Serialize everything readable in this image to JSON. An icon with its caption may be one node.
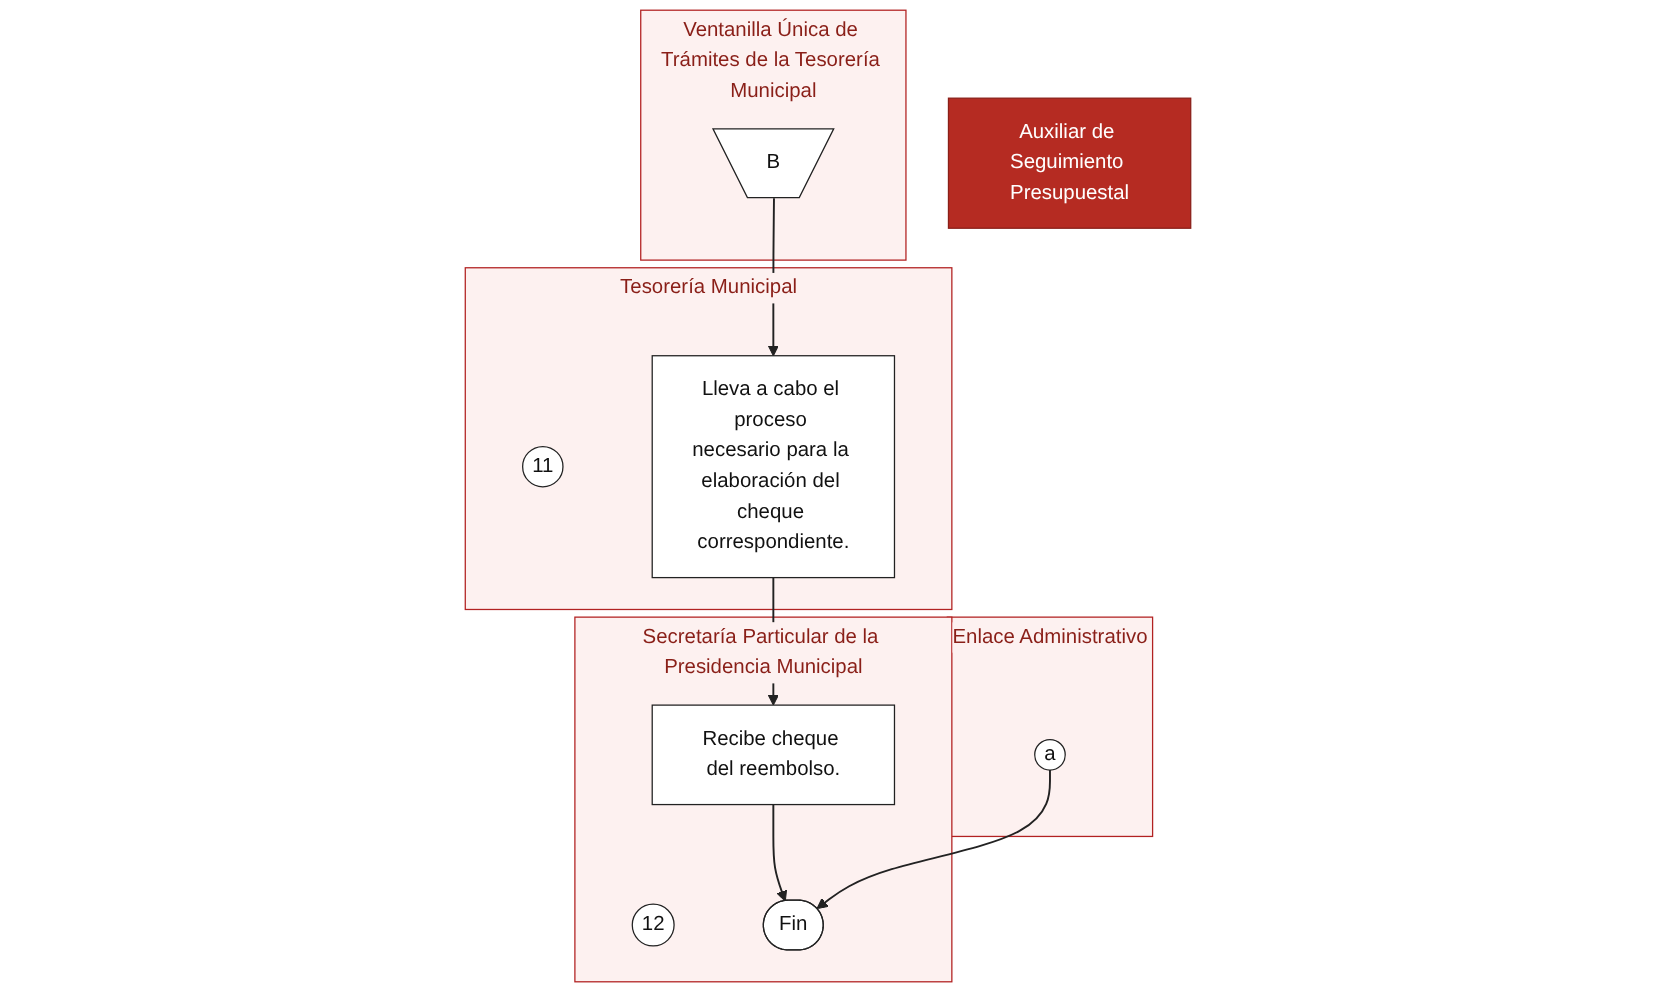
{
  "diagram": {
    "nodes": [
      {
        "text": [
          "Secretaría Particular de la Presidencia Municipal"
        ]
      },
      {
        "text": [
          "Enlace Administrativo"
        ]
      },
      {
        "text": [
          "Auxiliar de Seguimiento Presupuestal"
        ]
      },
      {
        "text": [
          "Ventanilla Única de Trámites de la Tesorería Municipal"
        ]
      },
      {
        "text": [
          "Tesorería Municipal"
        ]
      },
      {
        "text": [
          "B"
        ],
        "in": 3
      },
      {
        "text": [
          "11"
        ],
        "in": 4
      },
      {
        "text": [
          "Lleva a cabo el proceso necesario para la elaboración del cheque correspondiente."
        ],
        "in": 4
      },
      {
        "text": [
          "12"
        ],
        "in": 0
      },
      {
        "text": [
          "Recibe cheque del reembolso."
        ],
        "in": 0
      },
      {
        "text": [
          "a"
        ],
        "in": 1
      },
      {
        "text": [
          "Fin"
        ],
        "in": 0
      }
    ],
    "edges": [
      {
        "from": 5,
        "to": 7,
        "arrow": "to"
      },
      {
        "from": 7,
        "to": 9,
        "arrow": "to"
      },
      {
        "from": 9,
        "to": 11,
        "arrow": "to"
      },
      {
        "from": 10,
        "to": 11,
        "arrow": "to"
      }
    ]
  }
}
